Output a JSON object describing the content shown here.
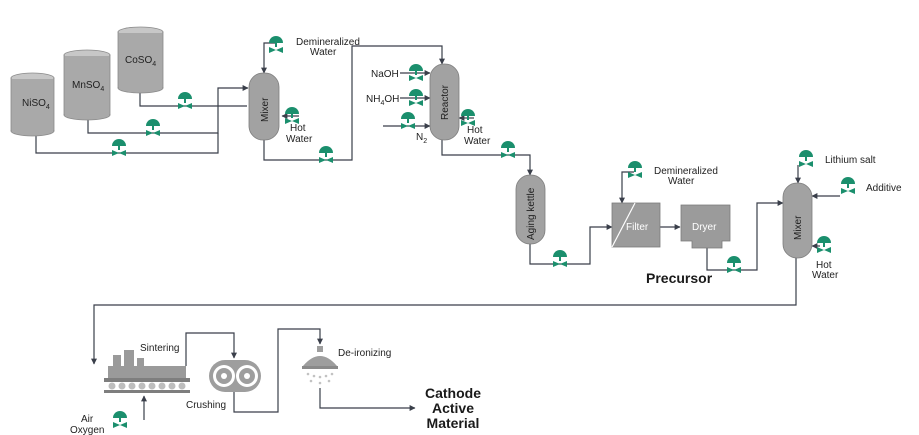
{
  "diagram": {
    "raw_tanks": [
      {
        "prefix": "NiSO",
        "sub": "4"
      },
      {
        "prefix": "MnSO",
        "sub": "4"
      },
      {
        "prefix": "CoSO",
        "sub": "4"
      }
    ],
    "mixer1": {
      "label": "Mixer",
      "water_top": [
        "Demineralized",
        "Water"
      ],
      "water_side": [
        "Hot",
        "Water"
      ]
    },
    "reactor": {
      "label": "Reactor",
      "inputs": [
        {
          "prefix": "NaOH",
          "sub": "",
          "suffix": ""
        },
        {
          "prefix": "NH",
          "sub": "4",
          "suffix": "OH"
        },
        {
          "prefix": "N",
          "sub": "2",
          "suffix": ""
        }
      ],
      "water_side": [
        "Hot",
        "Water"
      ]
    },
    "aging_kettle": {
      "label": "Aging kettle"
    },
    "filter": {
      "label": "Filter",
      "water_top": [
        "Demineralized",
        "Water"
      ]
    },
    "dryer": {
      "label": "Dryer"
    },
    "precursor_label": "Precursor",
    "mixer2": {
      "label": "Mixer",
      "inputs": [
        "Lithium salt",
        "Additive"
      ],
      "water_side": [
        "Hot",
        "Water"
      ]
    },
    "sintering": {
      "label": "Sintering",
      "gas": [
        "Air",
        "Oxygen"
      ]
    },
    "crushing": {
      "label": "Crushing"
    },
    "deironizing": {
      "label": "De-ironizing"
    },
    "product": [
      "Cathode",
      "Active",
      "Material"
    ]
  },
  "colors": {
    "valve": "#1b8f6d",
    "pipe": "#3a3f4a",
    "equipment": "#a2a2a2"
  }
}
